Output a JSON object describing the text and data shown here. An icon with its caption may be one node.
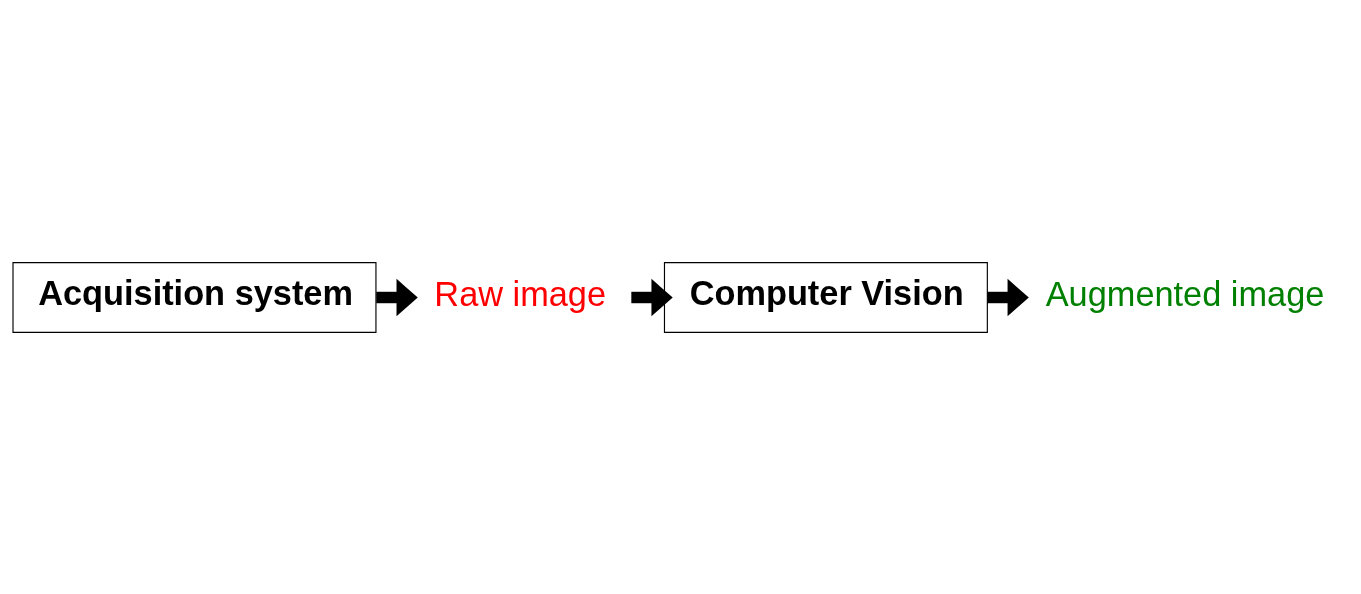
{
  "diagram": {
    "nodes": [
      {
        "text": [
          "Acquisition system"
        ]
      },
      {
        "text": [
          "Raw image"
        ]
      },
      {
        "text": [
          "Computer Vision"
        ]
      },
      {
        "text": [
          "Augmented image"
        ]
      }
    ],
    "edges": [
      {
        "from": 0,
        "to": 1,
        "arrow": "to"
      },
      {
        "from": 1,
        "to": 2,
        "arrow": "to"
      },
      {
        "from": 2,
        "to": 3,
        "arrow": "to"
      }
    ]
  }
}
